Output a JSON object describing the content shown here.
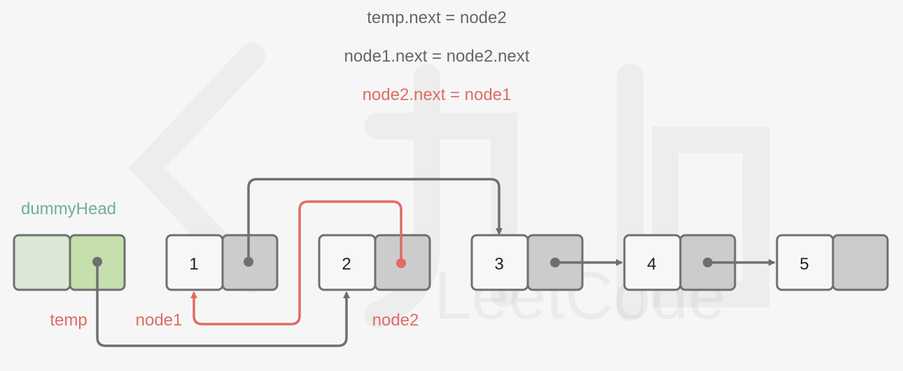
{
  "code_lines": [
    {
      "text": "temp.next = node2",
      "color": "#666666"
    },
    {
      "text": "node1.next = node2.next",
      "color": "#666666"
    },
    {
      "text": "node2.next = node1",
      "color": "#e06c65"
    }
  ],
  "nodes": [
    {
      "value": "1"
    },
    {
      "value": "2"
    },
    {
      "value": "3"
    },
    {
      "value": "4"
    },
    {
      "value": "5"
    }
  ],
  "labels": {
    "dummy_head": "dummyHead",
    "temp": "temp",
    "node1": "node1",
    "node2": "node2"
  },
  "colors": {
    "background": "#f6f6f6",
    "stroke": "#6f6f6f",
    "highlight": "#e06c65",
    "dummy_label": "#6fb09a",
    "dummy_left_fill": "#dbe8d5",
    "dummy_right_fill": "#c5e0ac",
    "value_fill": "#f7f7f7",
    "pointer_fill": "#cccccc"
  },
  "watermark": "LeetCode"
}
